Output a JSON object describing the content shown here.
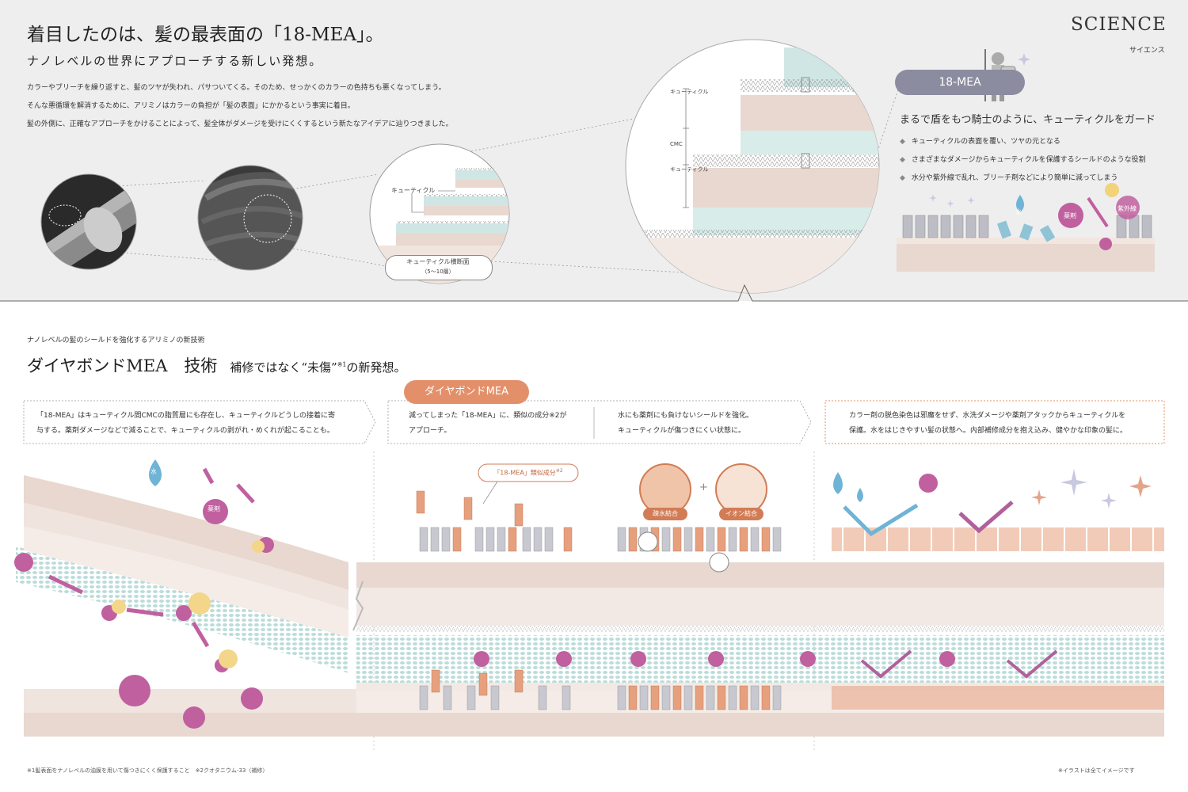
{
  "header": {
    "title": "着目したのは、髪の最表面の「18-MEA」。",
    "subtitle": "ナノレベルの世界にアプローチする新しい発想。",
    "body_lines": [
      "カラーやブリーチを繰り返すと、髪のツヤが失われ、パサついてくる。そのため、せっかくのカラーの色持ちも悪くなってしまう。",
      "そんな悪循環を解消するために、アリミノはカラーの負担が「髪の表面」にかかるという事実に着目。",
      "髪の外側に、正確なアプローチをかけることによって、髪全体がダメージを受けにくくするという新たなアイデアに辿りつきました。"
    ]
  },
  "brand": {
    "title": "SCIENCE",
    "subtitle": "サイエンス"
  },
  "diagram": {
    "cuticle_label": "キューティクル",
    "cross_section_label": "キューティクル横断面",
    "cross_section_sub": "（5〜10層）",
    "vertical_cuticle": "キューティクル",
    "vertical_cmc": "CMC"
  },
  "knight": {
    "pill": "18-MEA",
    "heading": "まるで盾をもつ騎士のように、キューティクルをガード",
    "bullets": [
      "キューティクルの表面を覆い、ツヤの元となる",
      "さまざまなダメージからキューティクルを保護するシールドのような役割",
      "水分や紫外線で乱れ、ブリーチ剤などにより簡単に減ってしまう"
    ],
    "badge_water": "水",
    "badge_chem": "薬剤",
    "badge_uv": "紫外線"
  },
  "section": {
    "caption": "ナノレベルの髪のシールドを強化するアリミノの新技術",
    "title": "ダイヤボンドMEA　技術",
    "title2": "補修ではなく“未傷”",
    "title2_sup": "※1",
    "title2_end": "の新発想。"
  },
  "boxes": {
    "left": [
      "「18-MEA」はキューティクル間CMCの脂質層にも存在し、キューティクルどうしの接着に寄",
      "与する。薬剤ダメージなどで減ることで、キューティクルの剥がれ・めくれが起こることも。"
    ],
    "pill": "ダイヤボンドMEA",
    "mid_a": [
      "減ってしまった「18-MEA」に、類似の成分※2が",
      "アプローチ。"
    ],
    "mid_b": [
      "水にも薬剤にも負けないシールドを強化。",
      "キューティクルが傷つきにくい状態に。"
    ],
    "right": [
      "カラー剤の脱色染色は邪魔をせず、水洗ダメージや薬剤アタックからキューティクルを",
      "保護。水をはじきやすい髪の状態へ。内部補修成分を抱え込み、健やかな印象の髪に。"
    ]
  },
  "illustration": {
    "water": "水",
    "chem": "薬剤",
    "similar_label": "「18-MEA」類似成分",
    "similar_sup": "※2",
    "hydrophobic": "疎水結合",
    "ionic": "イオン結合",
    "plus": "+"
  },
  "footer": {
    "left": "※1髪表面をナノレベルの油膜を用いて傷つきにくく保護すること　※2クオタニウム-33（補修）",
    "right": "※イラストは全てイメージです"
  },
  "colors": {
    "pill_gray": "#8c8ca0",
    "accent_orange": "#e3906a",
    "purple": "#c0609f",
    "blue": "#6fb3d6",
    "hair_beige": "#e8d8d0",
    "mint": "#cfe6e4"
  }
}
